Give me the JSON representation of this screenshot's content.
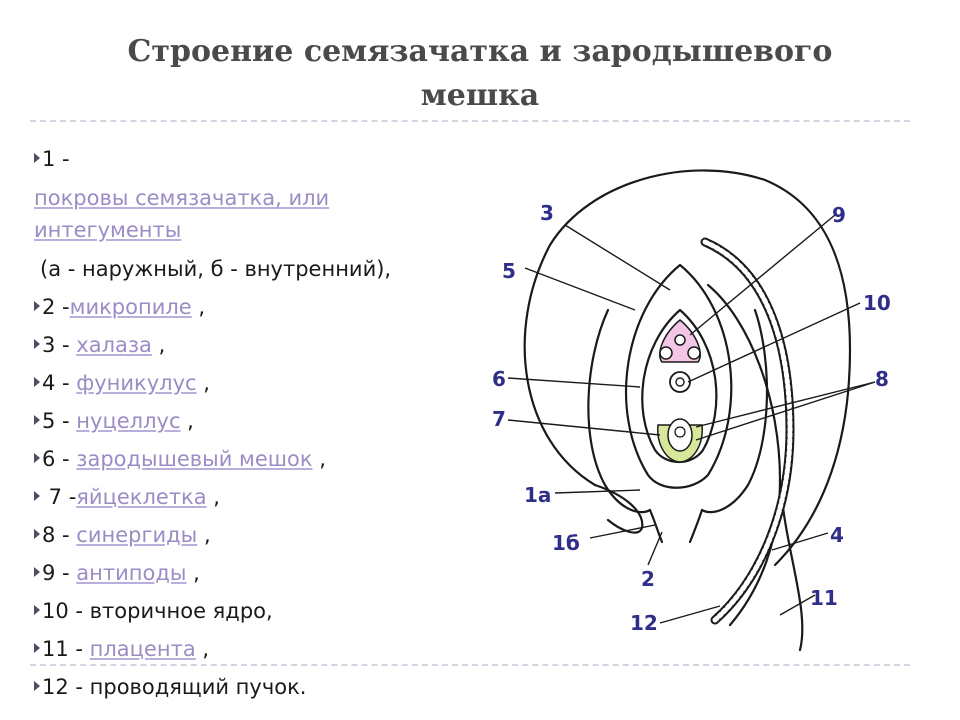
{
  "title": {
    "line1": "Строение семязачатка и зародышевого",
    "line2": "мешка"
  },
  "items": [
    {
      "lead": "1 -",
      "link": "",
      "tail": ""
    },
    {
      "lead": "",
      "link": "покровы семязачатка, или интегументы",
      "tail": ""
    },
    {
      "lead": " (а - наружный, б - внутренний),",
      "link": "",
      "tail": ""
    },
    {
      "lead": "2 -",
      "link": "микропиле",
      "tail": " ,"
    },
    {
      "lead": "3 - ",
      "link": "халаза",
      "tail": " ,"
    },
    {
      "lead": "4 - ",
      "link": "фуникулус",
      "tail": " ,"
    },
    {
      "lead": "5 - ",
      "link": "нуцеллус",
      "tail": " ,"
    },
    {
      "lead": "6 - ",
      "link": "зародышевый мешок",
      "tail": " ,"
    },
    {
      "lead": " 7 -",
      "link": "яйцеклетка",
      "tail": " ,"
    },
    {
      "lead": "8 - ",
      "link": "синергиды",
      "tail": " ,"
    },
    {
      "lead": "9 - ",
      "link": "антиподы",
      "tail": " ,"
    },
    {
      "lead": "10 - вторичное ядро,",
      "link": "",
      "tail": ""
    },
    {
      "lead": "11 - ",
      "link": "плацента",
      "tail": " ,"
    },
    {
      "lead": "12 - проводящий пучок.",
      "link": "",
      "tail": ""
    }
  ],
  "diagram_labels": {
    "l3": "3",
    "l5": "5",
    "l9": "9",
    "l10": "10",
    "l6": "6",
    "l8": "8",
    "l7": "7",
    "l1a": "1а",
    "l16": "1б",
    "l4": "4",
    "l2": "2",
    "l11": "11",
    "l12": "12"
  },
  "colors": {
    "title": "#4a4a4a",
    "link": "#9b8cc6",
    "label": "#2f2f8a",
    "antipodes": "#f3c6e6",
    "egg_apparatus": "#d7e89a"
  }
}
